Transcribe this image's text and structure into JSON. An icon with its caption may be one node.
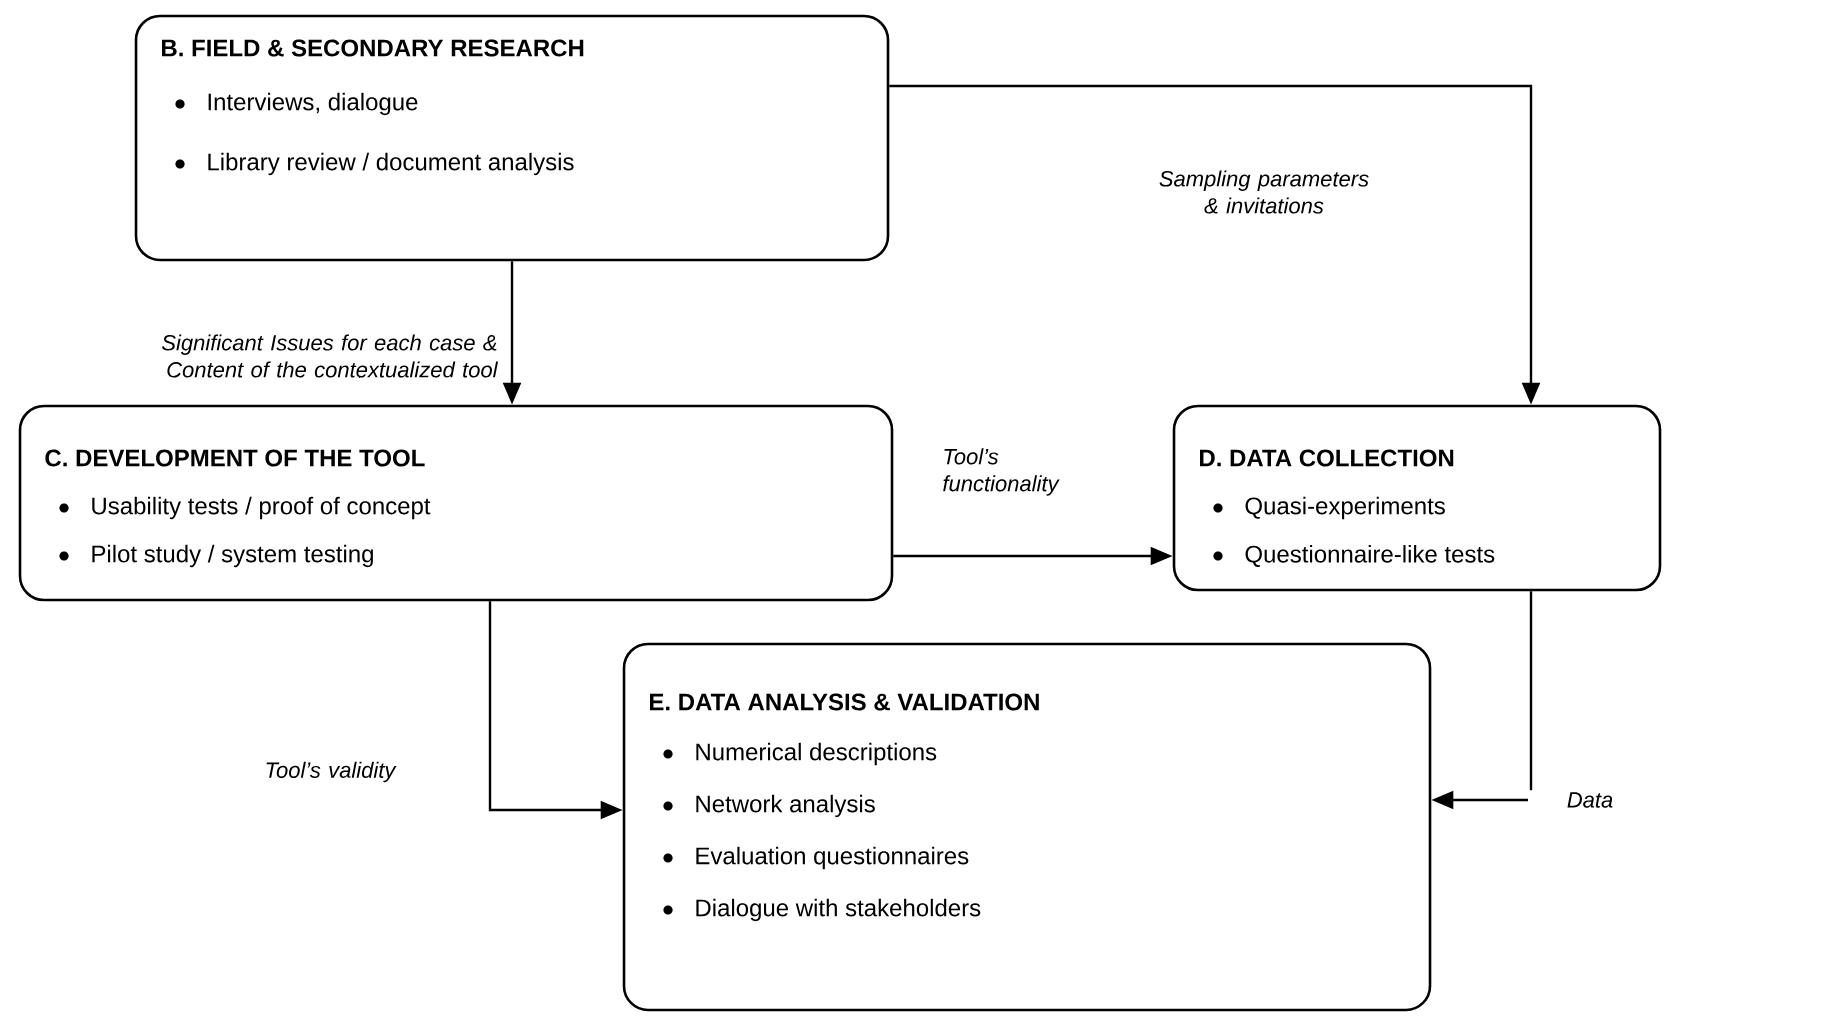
{
  "diagram": {
    "nodes": [
      {
        "text": [
          "B.  FIELD & SECONDARY RESEARCH",
          "Interviews, dialogue",
          "Library review / document analysis"
        ]
      },
      {
        "text": [
          "C.  DEVELOPMENT OF THE TOOL",
          "Usability tests /  proof of concept",
          "Pilot study / system testing"
        ]
      },
      {
        "text": [
          "D.  DATA COLLECTION",
          "Quasi-experiments",
          "Questionnaire-like tests"
        ]
      },
      {
        "text": [
          "E.  DATA ANALYSIS & VALIDATION",
          "Numerical descriptions",
          "Network analysis",
          "Evaluation questionnaires",
          "Dialogue with stakeholders"
        ]
      }
    ],
    "edges": [
      {
        "from": 0,
        "to": 1,
        "arrow": "to",
        "label": "Significant Issues for each case & Content of the contextualized tool"
      },
      {
        "from": 0,
        "to": 2,
        "arrow": "to",
        "label": "Sampling parameters & invitations"
      },
      {
        "from": 1,
        "to": 2,
        "arrow": "to",
        "label": "Tool’s functionality"
      },
      {
        "from": 1,
        "to": 3,
        "arrow": "to",
        "label": "Tool’s validity"
      },
      {
        "from": 2,
        "to": 3,
        "arrow": "to",
        "label": "Data"
      }
    ]
  }
}
